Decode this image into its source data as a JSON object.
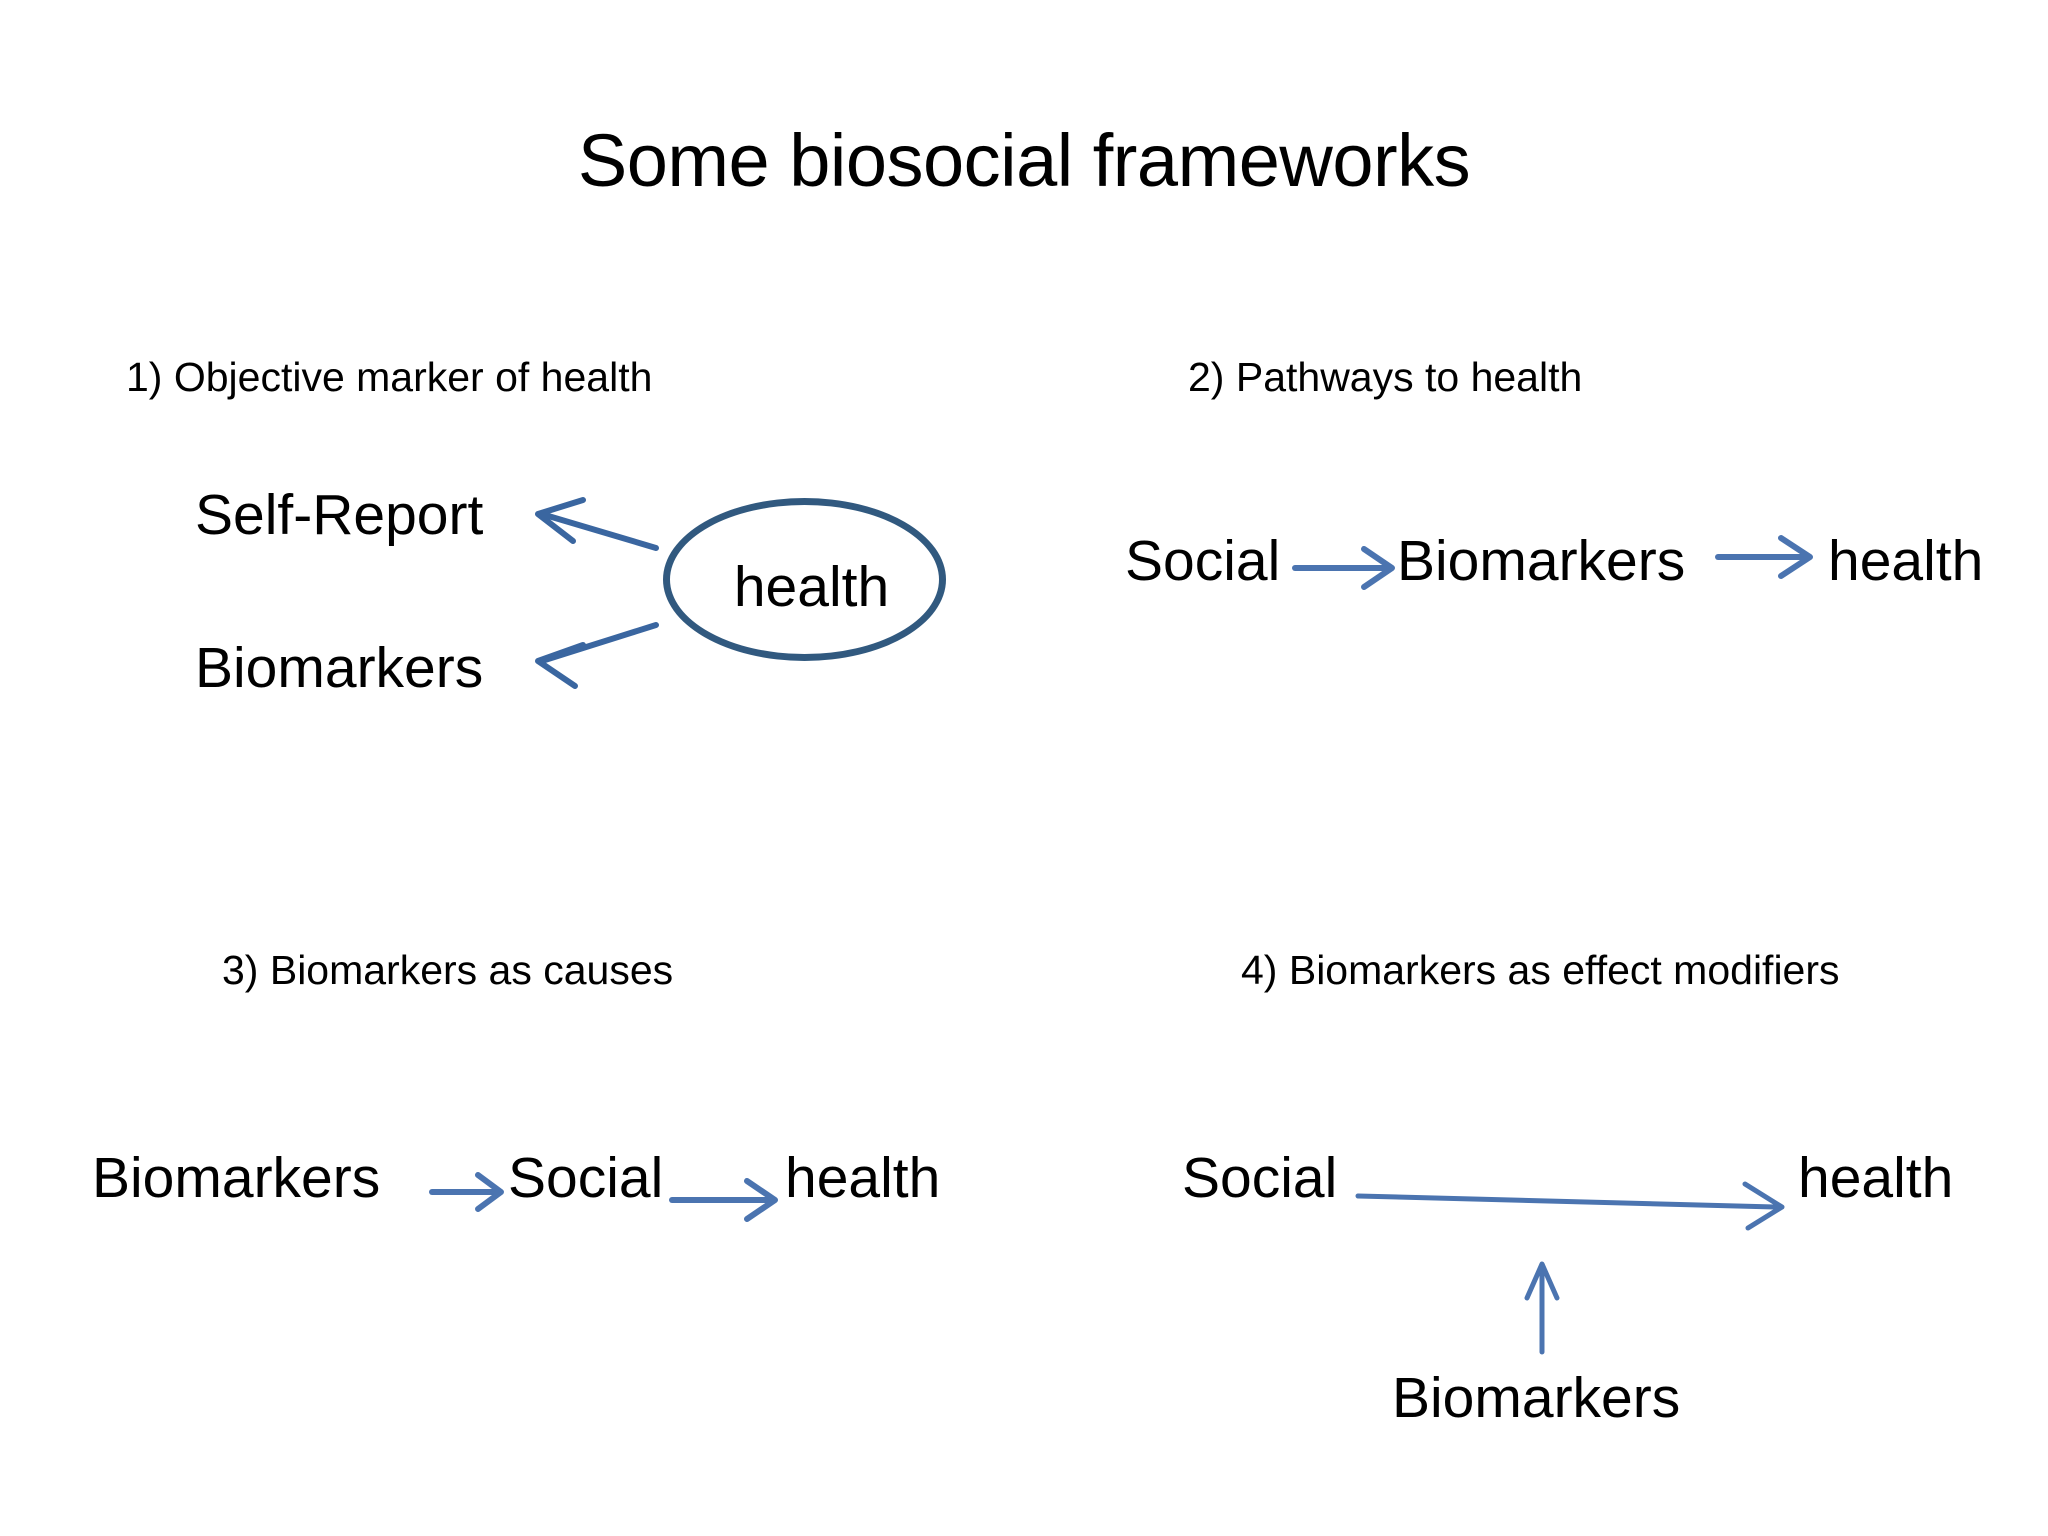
{
  "slide": {
    "title": "Some biosocial frameworks",
    "background_color": "#FFFFFF",
    "text_color": "#000000",
    "arrow_color": "#4B74B0",
    "ellipse_border_color": "#31597F"
  },
  "panels": [
    {
      "id": "panel-1",
      "heading": "1) Objective marker of health",
      "nodes": {
        "self_report": "Self-Report",
        "biomarkers": "Biomarkers",
        "health": "health"
      },
      "arrows": [
        {
          "from": "health",
          "to": "Self-Report",
          "style": "open-arrowhead"
        },
        {
          "from": "health",
          "to": "Biomarkers",
          "style": "open-arrowhead"
        }
      ]
    },
    {
      "id": "panel-2",
      "heading": "2) Pathways to health",
      "nodes": {
        "social": "Social",
        "biomarkers": "Biomarkers",
        "health": "health"
      },
      "arrows": [
        {
          "from": "Social",
          "to": "Biomarkers",
          "style": "open-arrowhead"
        },
        {
          "from": "Biomarkers",
          "to": "health",
          "style": "open-arrowhead"
        }
      ]
    },
    {
      "id": "panel-3",
      "heading": "3) Biomarkers as causes",
      "nodes": {
        "biomarkers": "Biomarkers",
        "social": "Social",
        "health": "health"
      },
      "arrows": [
        {
          "from": "Biomarkers",
          "to": "Social",
          "style": "open-arrowhead"
        },
        {
          "from": "Social",
          "to": "health",
          "style": "open-arrowhead"
        }
      ]
    },
    {
      "id": "panel-4",
      "heading": "4) Biomarkers as effect modifiers",
      "nodes": {
        "social": "Social",
        "health": "health",
        "biomarkers": "Biomarkers"
      },
      "arrows": [
        {
          "from": "Social",
          "to": "health",
          "style": "open-arrowhead"
        },
        {
          "from": "Biomarkers",
          "to": "Social-health arrow midpoint",
          "style": "open-arrowhead"
        }
      ]
    }
  ]
}
